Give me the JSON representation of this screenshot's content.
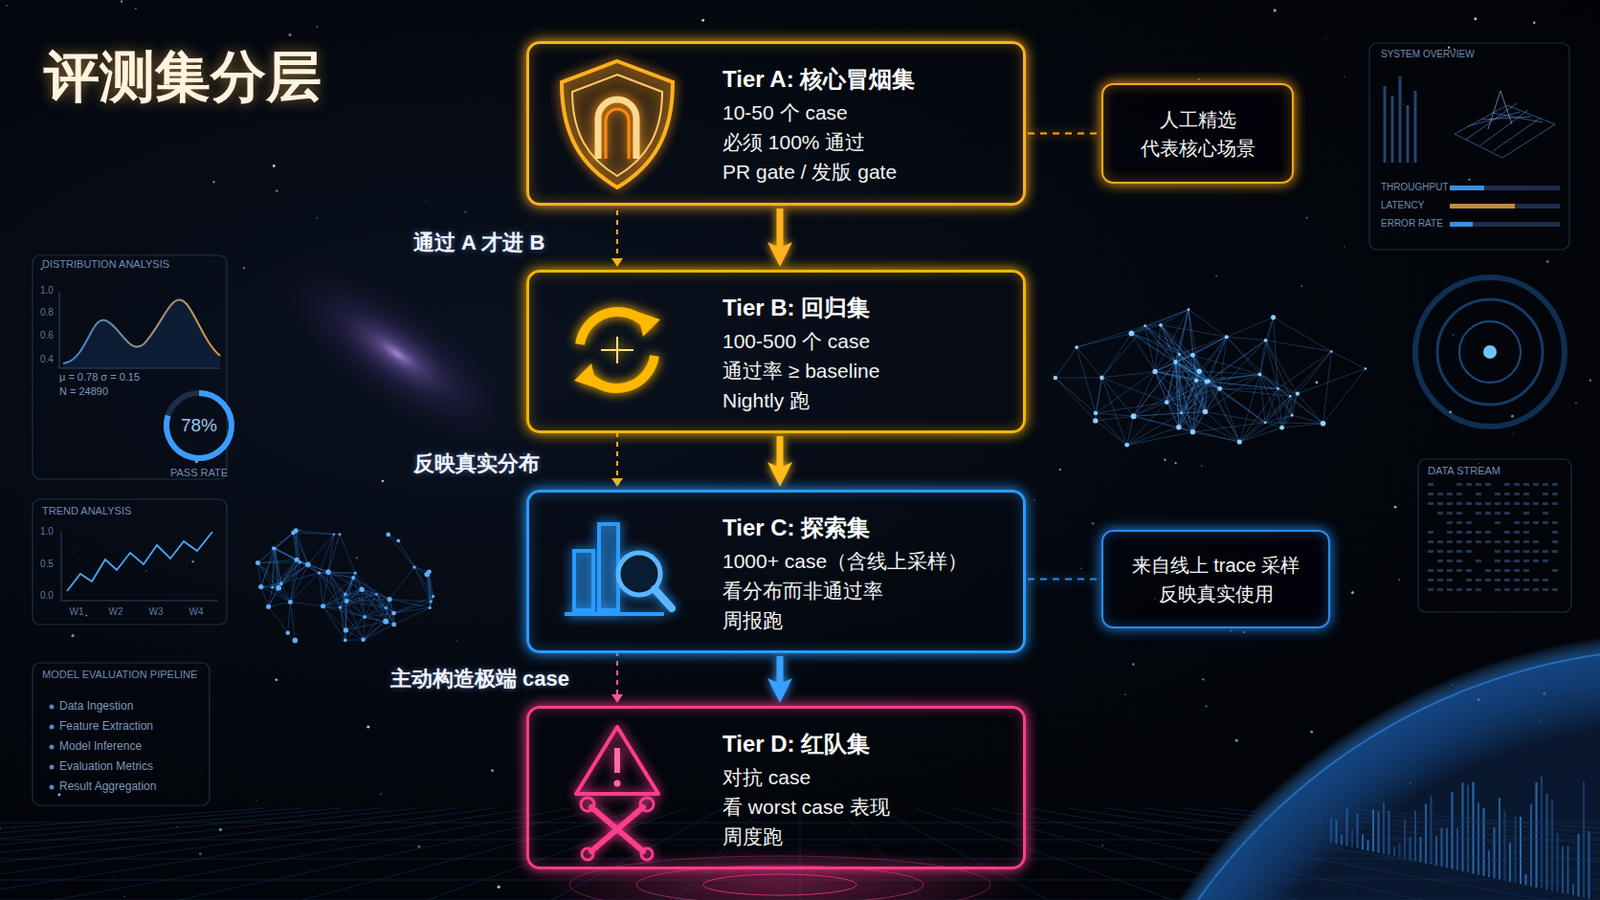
{
  "diagram": {
    "title": "评测集分层",
    "nodes": [
      {
        "text": [
          "Tier A: 核心冒烟集",
          "10-50 个 case",
          "必须 100% 通过",
          "PR gate / 发版 gate"
        ]
      },
      {
        "text": [
          "人工精选",
          "代表核心场景"
        ]
      },
      {
        "text": [
          "Tier B: 回归集",
          "100-500 个 case",
          "通过率 ≥ baseline",
          "Nightly 跑"
        ]
      },
      {
        "text": [
          "Tier C: 探索集",
          "1000+ case（含线上采样）",
          "看分布而非通过率",
          "周报跑"
        ]
      },
      {
        "text": [
          "来自线上 trace 采样",
          "反映真实使用"
        ]
      },
      {
        "text": [
          "Tier D: 红队集",
          "对抗 case",
          "看 worst case 表现",
          "周度跑"
        ]
      }
    ],
    "edges": [
      {
        "from": 0,
        "to": 2,
        "arrow": "to",
        "label": "通过 A 才进 B"
      },
      {
        "from": 2,
        "to": 3,
        "arrow": "to",
        "label": "反映真实分布"
      },
      {
        "from": 3,
        "to": 5,
        "arrow": "to",
        "label": "主动构造极端 case"
      },
      {
        "from": 0,
        "to": 1,
        "arrow": "none"
      },
      {
        "from": 3,
        "to": 4,
        "arrow": "none"
      }
    ],
    "labels": [
      "DISTRIBUTION ANALYSIS",
      "1.0",
      "0.8",
      "0.6",
      "0.4",
      "μ = 0.78 σ = 0.15",
      "N = 24890",
      "78%",
      "PASS RATE",
      "TREND ANALYSIS",
      "1.0",
      "0.5",
      "0.0",
      "W1",
      "W2",
      "W3",
      "W4",
      "MODEL EVALUATION PIPELINE",
      "Data Ingestion",
      "Feature Extraction",
      "Model Inference",
      "Evaluation Metrics",
      "Result Aggregation",
      "SYSTEM OVERVIEW",
      "THROUGHPUT",
      "LATENCY",
      "ERROR RATE",
      "DATA STREAM"
    ]
  }
}
